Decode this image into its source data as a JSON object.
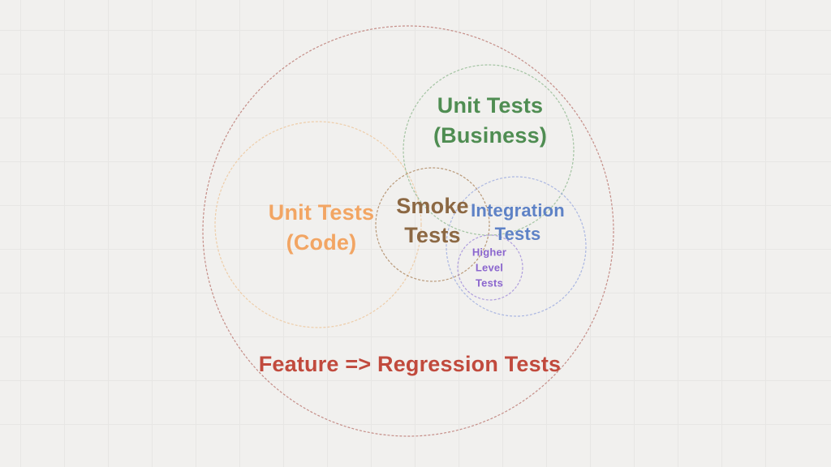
{
  "canvas": {
    "background": "#f1f0ee",
    "grid_color": "#e7e6e4"
  },
  "venn": {
    "regression": {
      "label": "Feature => Regression Tests",
      "text_color": "#c14a3d",
      "circle_color": "#c0837c"
    },
    "unit_code": {
      "label": "Unit Tests\n(Code)",
      "text_color": "#f2a563",
      "circle_color": "#edc9a1"
    },
    "unit_business": {
      "label": "Unit Tests\n(Business)",
      "text_color": "#4f8d52",
      "circle_color": "#9bbf9a"
    },
    "smoke": {
      "label": "Smoke\nTests",
      "text_color": "#8c6843",
      "circle_color": "#b28f6c"
    },
    "integration": {
      "label": "Integration\nTests",
      "text_color": "#5e82c6",
      "circle_color": "#a3b0e0"
    },
    "higher_level": {
      "label": "Higher\nLevel\nTests",
      "text_color": "#8b66ce",
      "circle_color": "#a795da"
    }
  }
}
